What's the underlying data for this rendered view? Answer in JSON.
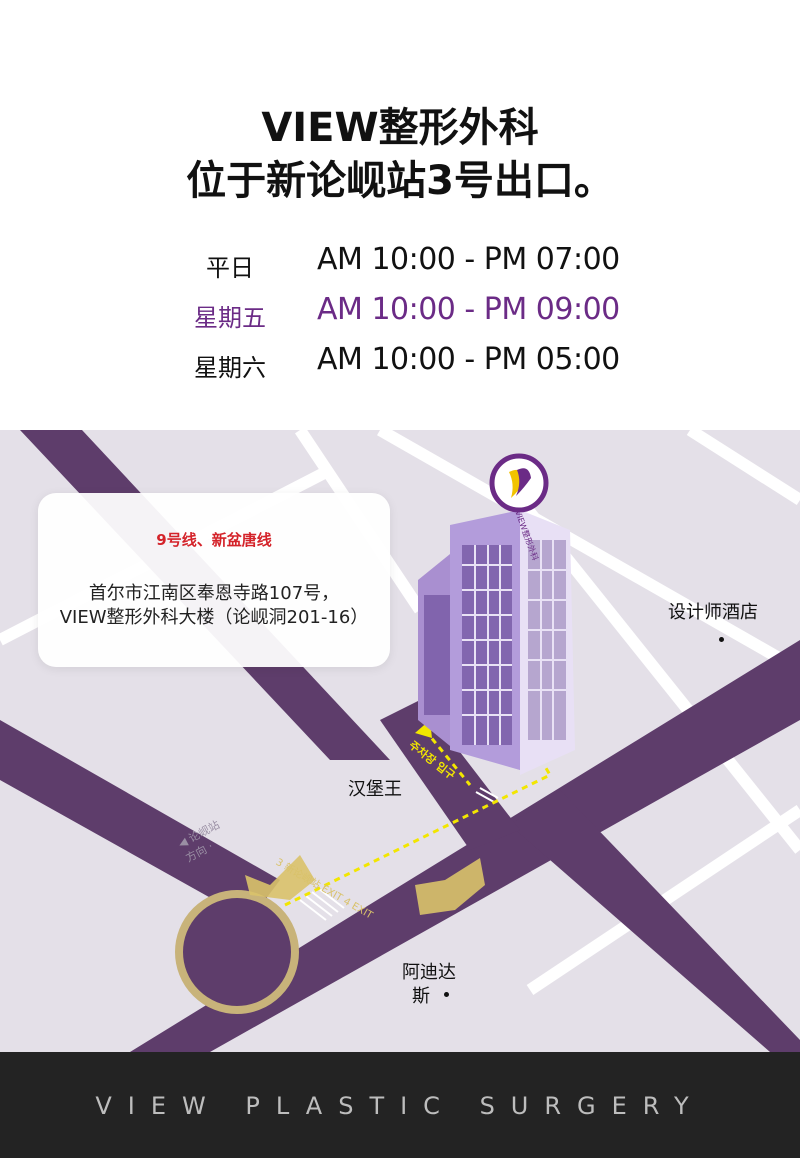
{
  "header": {
    "title_line1": "VIEW整形外科",
    "title_line2": "位于新论岘站3号出口。"
  },
  "hours": [
    {
      "day": "平日",
      "time": "AM 10:00 - PM 07:00",
      "highlight": false
    },
    {
      "day": "星期五",
      "time": "AM 10:00 - PM 09:00",
      "highlight": true
    },
    {
      "day": "星期六",
      "time": "AM 10:00 - PM 05:00",
      "highlight": false
    }
  ],
  "card": {
    "lines_text": "9号线、新盆唐线",
    "address_line1": "首尔市江南区奉恩寺路107号，",
    "address_line2": "VIEW整形外科大楼（论岘洞201-16）"
  },
  "map": {
    "label_hotel": "设计师酒店",
    "label_burger": "汉堡王",
    "label_adidas_1": "阿迪达",
    "label_adidas_2": "斯",
    "label_nonhyeon": "◀ 论岘站\n方向 ·",
    "label_exit": "3 新论岘站 EXIT 4 EXIT",
    "label_parking": "주차장 입구",
    "building_sign": "VIEW整形外科",
    "colors": {
      "road": "#5e3d6b",
      "block": "#e4e0e8",
      "accent": "#6b2b86",
      "ring": "#c8b37a",
      "path": "#f2e600"
    }
  },
  "footer": {
    "brand": "VIEW PLASTIC SURGERY"
  }
}
